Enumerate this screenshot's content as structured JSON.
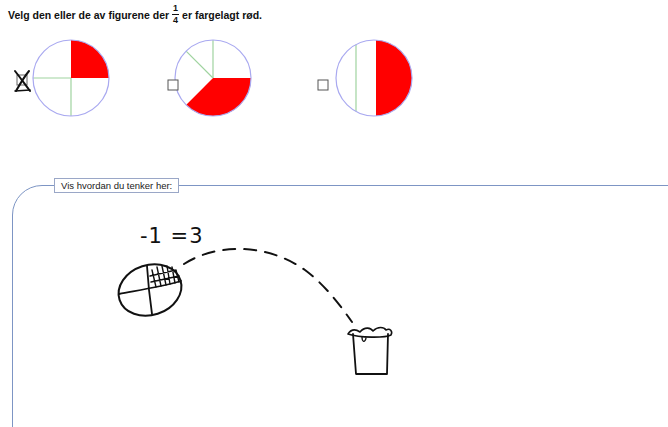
{
  "diagram": {
    "title": "Velg den eller de av figurene der",
    "nodes": [
      {
        "text": [
          "Vis hvordan du tenker her:"
        ]
      }
    ],
    "labels": [
      "1",
      "4",
      "er fargelagt rød.",
      "-1 =3"
    ]
  }
}
